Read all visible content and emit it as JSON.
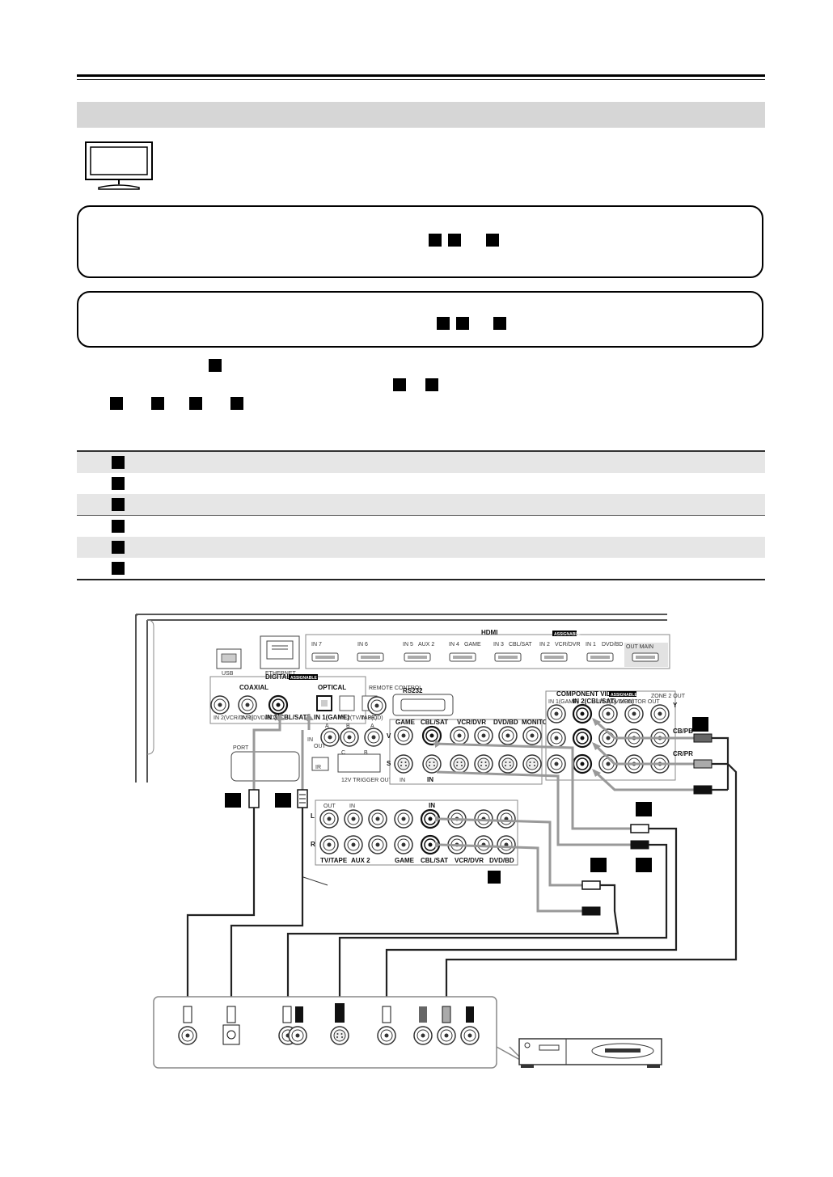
{
  "diagram": {
    "labels": {
      "hdmi": "HDMI",
      "assignable": "ASSIGNABLE",
      "hdmi_inputs": [
        "IN 7",
        "IN 6",
        "IN 5",
        "AUX 2",
        "IN 4",
        "GAME",
        "IN 3",
        "CBL/SAT",
        "IN 2",
        "VCR/DVR",
        "IN 1",
        "DVD/BD"
      ],
      "hdmi_out": "OUT MAIN",
      "usb": "USB",
      "ethernet": "ETHERNET",
      "digital": "DIGITAL",
      "coaxial": "COAXIAL",
      "optical": "OPTICAL",
      "coax_inputs": [
        "IN 1(DVD/BD)",
        "IN 2(VCR/DVR)",
        "IN 3(CBL/SAT)"
      ],
      "optical_inputs": [
        "IN 1(GAME)",
        "IN 2(TV/TAPE)",
        "IN 3(CD)"
      ],
      "remote_control": "REMOTE CONTROL",
      "rs232": "RS232",
      "component_video": "COMPONENT VIDEO",
      "component_inputs": [
        "IN 1(GAME)",
        "IN 2(CBL/SAT)",
        "IN 3(DVD/BD)"
      ],
      "monitor_out": "MONITOR OUT",
      "zone2_out": "ZONE 2 OUT",
      "y": "Y",
      "cb": "CB/PB",
      "cr": "CR/PR",
      "video_rows": [
        "GAME",
        "CBL/SAT",
        "VCR/DVR",
        "DVD/BD",
        "MONITOR OUT"
      ],
      "v": "V",
      "s": "S",
      "in": "IN",
      "out": "OUT",
      "ir": "IR",
      "trigger": "12V TRIGGER OUT",
      "audio_rows": [
        "TV/TAPE",
        "AUX 2",
        "GAME",
        "CBL/SAT",
        "VCR/DVR",
        "DVD/BD"
      ],
      "l": "L",
      "r": "R",
      "port": "PORT",
      "a": "A",
      "b": "B",
      "c": "C"
    }
  }
}
